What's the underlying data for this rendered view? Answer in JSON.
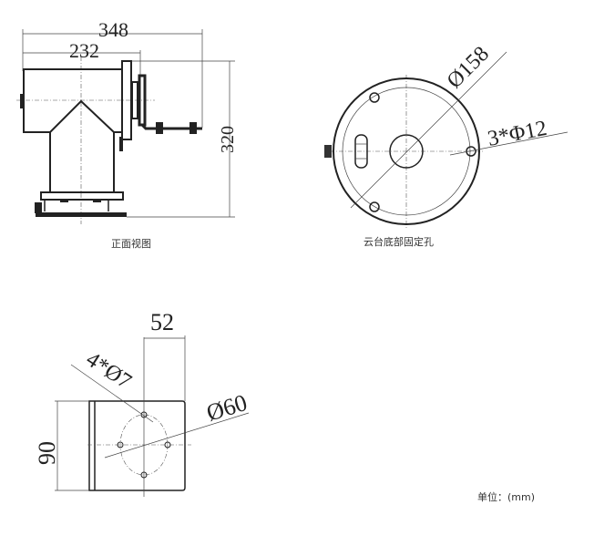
{
  "front_view": {
    "caption": "正面视图",
    "dims": {
      "overall_width": "348",
      "body_width": "232",
      "height": "320"
    }
  },
  "base_view": {
    "caption": "云台底部固定孔",
    "dims": {
      "bolt_circle": "Ø158",
      "holes": "3*Φ12"
    }
  },
  "bracket_view": {
    "dims": {
      "offset": "52",
      "holes": "4*Ø7",
      "bolt_circle": "Ø60",
      "height": "90"
    }
  },
  "units_label": "单位：(mm)"
}
